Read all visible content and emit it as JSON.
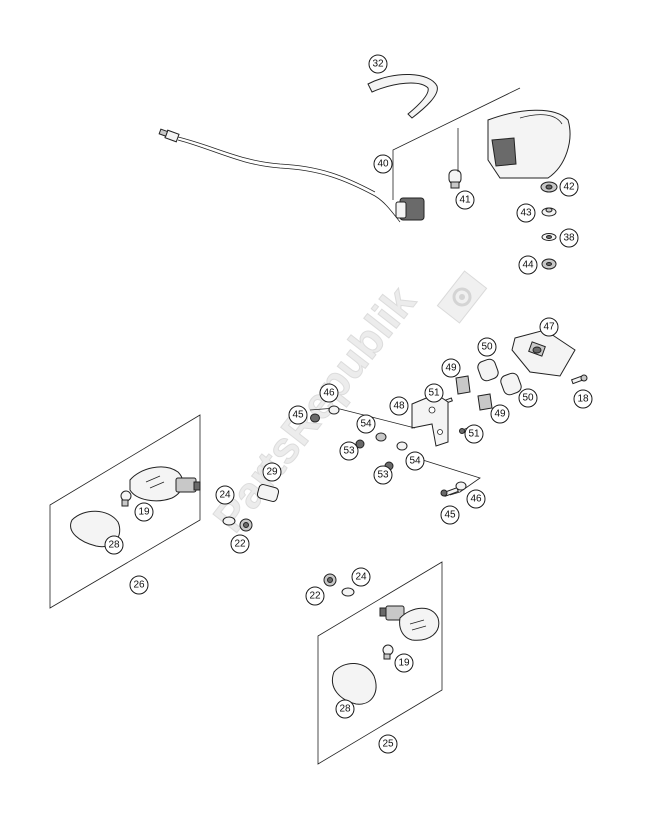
{
  "watermark": {
    "text": "PartsRepublik"
  },
  "callouts": [
    {
      "id": "c-32",
      "label": "32"
    },
    {
      "id": "c-40",
      "label": "40"
    },
    {
      "id": "c-41",
      "label": "41"
    },
    {
      "id": "c-42",
      "label": "42"
    },
    {
      "id": "c-43",
      "label": "43"
    },
    {
      "id": "c-38",
      "label": "38"
    },
    {
      "id": "c-44",
      "label": "44"
    },
    {
      "id": "c-47",
      "label": "47"
    },
    {
      "id": "c-50a",
      "label": "50"
    },
    {
      "id": "c-49a",
      "label": "49"
    },
    {
      "id": "c-50b",
      "label": "50"
    },
    {
      "id": "c-49b",
      "label": "49"
    },
    {
      "id": "c-18",
      "label": "18"
    },
    {
      "id": "c-51a",
      "label": "51"
    },
    {
      "id": "c-51b",
      "label": "51"
    },
    {
      "id": "c-48",
      "label": "48"
    },
    {
      "id": "c-46a",
      "label": "46"
    },
    {
      "id": "c-45a",
      "label": "45"
    },
    {
      "id": "c-54a",
      "label": "54"
    },
    {
      "id": "c-53a",
      "label": "53"
    },
    {
      "id": "c-53b",
      "label": "53"
    },
    {
      "id": "c-54b",
      "label": "54"
    },
    {
      "id": "c-46b",
      "label": "46"
    },
    {
      "id": "c-45b",
      "label": "45"
    },
    {
      "id": "c-29",
      "label": "29"
    },
    {
      "id": "c-24a",
      "label": "24"
    },
    {
      "id": "c-22a",
      "label": "22"
    },
    {
      "id": "c-19a",
      "label": "19"
    },
    {
      "id": "c-28a",
      "label": "28"
    },
    {
      "id": "c-26",
      "label": "26"
    },
    {
      "id": "c-22b",
      "label": "22"
    },
    {
      "id": "c-24b",
      "label": "24"
    },
    {
      "id": "c-19b",
      "label": "19"
    },
    {
      "id": "c-28b",
      "label": "28"
    },
    {
      "id": "c-25",
      "label": "25"
    }
  ]
}
